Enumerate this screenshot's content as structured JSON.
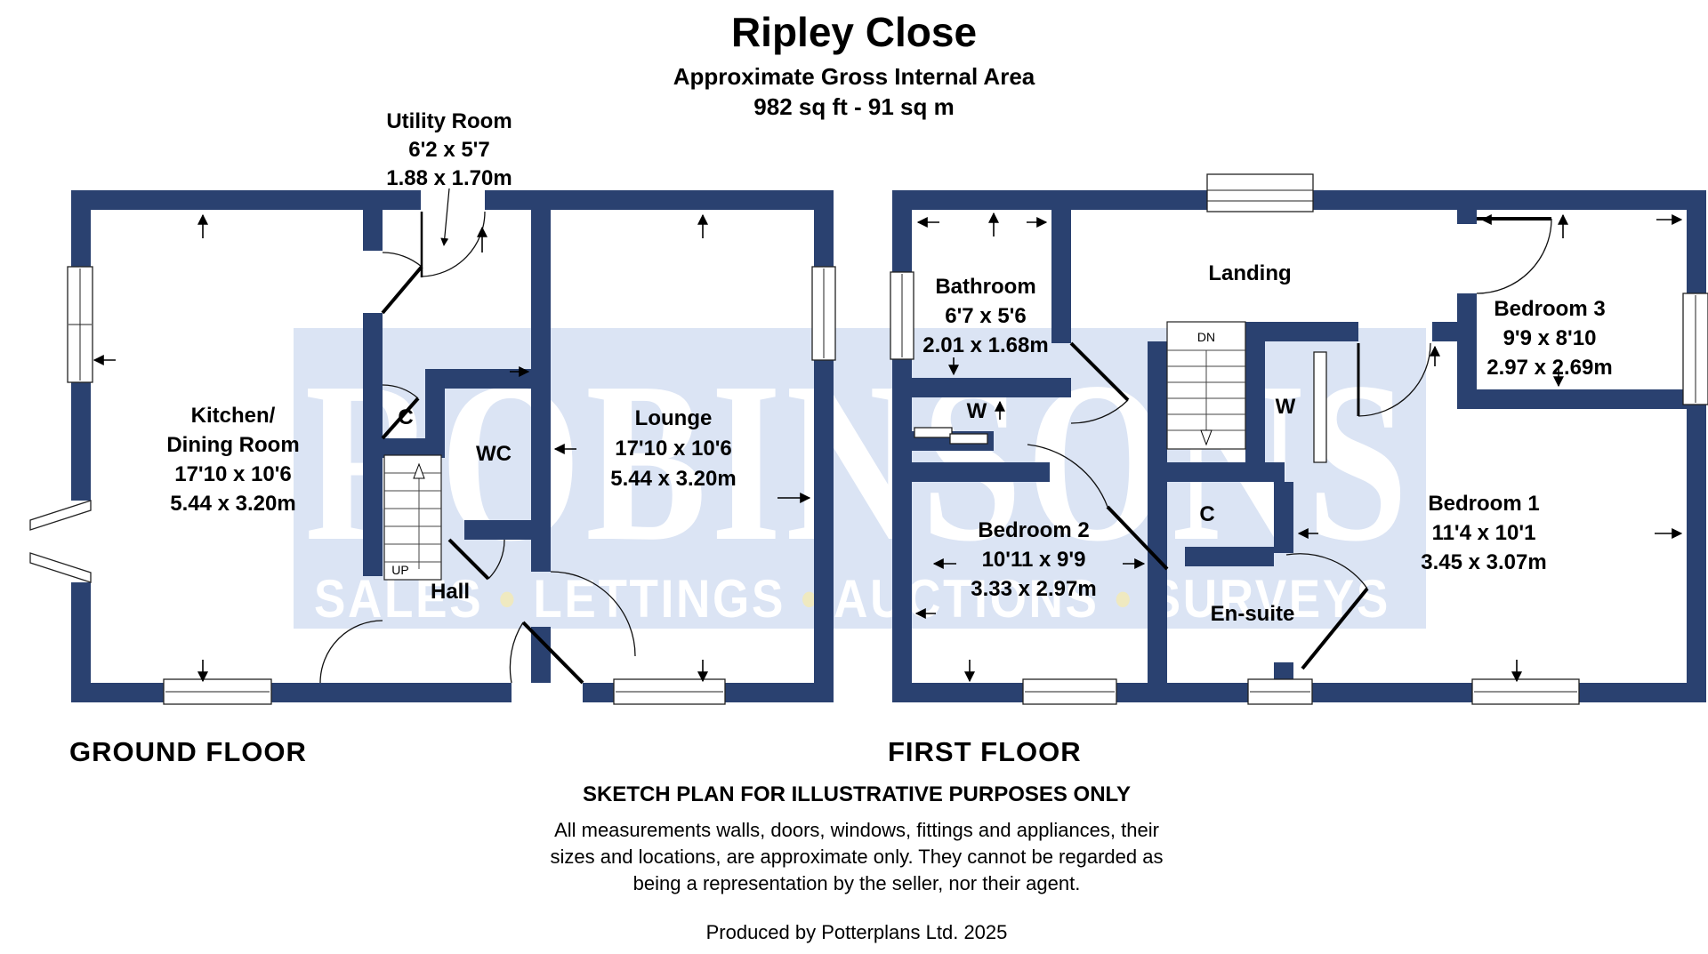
{
  "header": {
    "title": "Ripley Close",
    "subtitle": "Approximate Gross Internal Area",
    "area": "982 sq ft - 91 sq m"
  },
  "floors": {
    "ground": {
      "label": "GROUND FLOOR",
      "rooms": {
        "utility": {
          "name": "Utility Room",
          "imperial": "6'2 x 5'7",
          "metric": "1.88 x 1.70m"
        },
        "kitchen": {
          "name_line1": "Kitchen/",
          "name_line2": "Dining Room",
          "imperial": "17'10 x 10'6",
          "metric": "5.44 x 3.20m"
        },
        "cupboard": {
          "name": "C"
        },
        "wc": {
          "name": "WC"
        },
        "lounge": {
          "name": "Lounge",
          "imperial": "17'10 x 10'6",
          "metric": "5.44 x 3.20m"
        },
        "hall": {
          "name": "Hall"
        },
        "stairs": {
          "label": "UP"
        }
      }
    },
    "first": {
      "label": "FIRST FLOOR",
      "rooms": {
        "bathroom": {
          "name": "Bathroom",
          "imperial": "6'7 x 5'6",
          "metric": "2.01 x 1.68m"
        },
        "landing": {
          "name": "Landing"
        },
        "bedroom3": {
          "name": "Bedroom 3",
          "imperial": "9'9 x 8'10",
          "metric": "2.97 x 2.69m"
        },
        "wardrobe_left": {
          "name": "W"
        },
        "wardrobe_center": {
          "name": "W"
        },
        "stairs": {
          "label": "DN"
        },
        "bedroom2": {
          "name": "Bedroom 2",
          "imperial": "10'11 x 9'9",
          "metric": "3.33 x 2.97m"
        },
        "cupboard": {
          "name": "C"
        },
        "bedroom1": {
          "name": "Bedroom 1",
          "imperial": "11'4 x 10'1",
          "metric": "3.45 x 3.07m"
        },
        "ensuite": {
          "name": "En-suite"
        }
      }
    }
  },
  "watermark": {
    "name": "ROBINSONS",
    "tagline_words": [
      "SALES",
      "LETTINGS",
      "AUCTIONS",
      "SURVEYS"
    ],
    "band_color": "#dbe4f4",
    "text_color": "#ffffff",
    "dot_color": "#efe9c0"
  },
  "footer": {
    "disclaimer_title": "SKETCH PLAN FOR ILLUSTRATIVE PURPOSES ONLY",
    "disclaimer_line1": "All measurements walls, doors, windows, fittings and appliances, their",
    "disclaimer_line2": "sizes and locations, are approximate only. They cannot be regarded as",
    "disclaimer_line3": "being a representation by the seller, nor their agent.",
    "credit": "Produced by Potterplans Ltd. 2025"
  },
  "colors": {
    "wall": "#2a4170"
  }
}
